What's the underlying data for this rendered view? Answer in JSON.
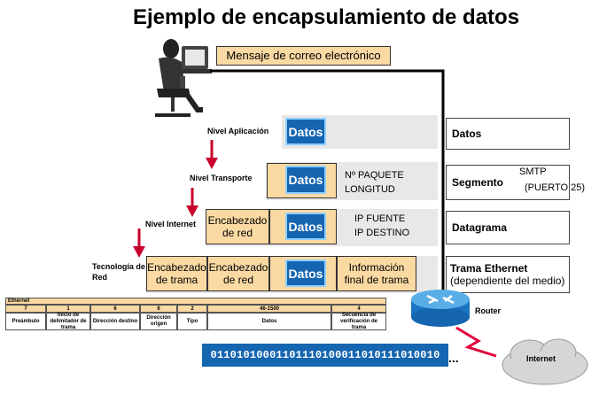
{
  "title": "Ejemplo de encapsulamiento de datos",
  "email_message": "Mensaje de correo electrónico",
  "layers": [
    {
      "level": "Nivel Aplicación",
      "unit": "Datos"
    },
    {
      "level": "Nivel Transporte",
      "unit": "Segmento",
      "info": [
        "Nº PAQUETE",
        "LONGITUD"
      ],
      "note_line1": "SMTP",
      "note_line2": "(PUERTO 25)"
    },
    {
      "level": "Nivel Internet",
      "unit": "Datagrama",
      "info": [
        "IP FUENTE",
        "IP DESTINO"
      ],
      "header": "Encabezado de red"
    },
    {
      "level": "Tecnología de Red",
      "unit": "Trama Ethernet",
      "unit_sub": "(dependiente del medio)",
      "frame_header": "Encabezado de trama",
      "net_header": "Encabezado de red",
      "trailer": "Información final de trama"
    }
  ],
  "data_label": "Datos",
  "router_label": "Router",
  "internet_label": "Internet",
  "binary": "01101010001101110100011010111010010",
  "binary_suffix": "...",
  "ethernet_frame": {
    "title": "Ethernet",
    "sizes": [
      "7",
      "1",
      "6",
      "6",
      "2",
      "46-1500",
      "4"
    ],
    "fields": [
      "Preámbulo",
      "Inicio de delimitador de trama",
      "Dirección destino",
      "Dirección origen",
      "Tipo",
      "Datos",
      "Secuencia de verificación de trama"
    ]
  },
  "colors": {
    "data_blue": "#1565b0",
    "header_orange": "#fad9a3",
    "band_gray": "#e8e8e8",
    "link_red": "#e2003a"
  }
}
